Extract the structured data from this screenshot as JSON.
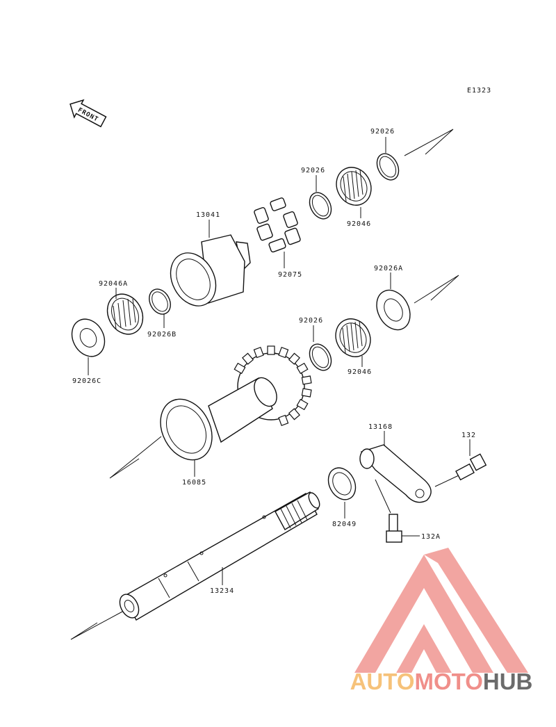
{
  "diagram_code": "E1323",
  "front_label": "FRONT",
  "parts": [
    {
      "id": "p1",
      "label": "92026"
    },
    {
      "id": "p2",
      "label": "92026"
    },
    {
      "id": "p3",
      "label": "92046"
    },
    {
      "id": "p4",
      "label": "13041"
    },
    {
      "id": "p5",
      "label": "92075"
    },
    {
      "id": "p6",
      "label": "92046A"
    },
    {
      "id": "p7",
      "label": "92026B"
    },
    {
      "id": "p8",
      "label": "92026C"
    },
    {
      "id": "p9",
      "label": "92026A"
    },
    {
      "id": "p10",
      "label": "92026"
    },
    {
      "id": "p11",
      "label": "92046"
    },
    {
      "id": "p12",
      "label": "16085"
    },
    {
      "id": "p13",
      "label": "13168"
    },
    {
      "id": "p14",
      "label": "132"
    },
    {
      "id": "p15",
      "label": "82049"
    },
    {
      "id": "p16",
      "label": "132A"
    },
    {
      "id": "p17",
      "label": "13234"
    }
  ],
  "watermark": {
    "text_part1": "AUTO",
    "text_part2": "MOTO",
    "text_part3": "HUB",
    "colors": {
      "auto": "#f6c27a",
      "moto": "#f08f8a",
      "hub": "#6b6b6b",
      "logo": "#f08f8a"
    }
  }
}
